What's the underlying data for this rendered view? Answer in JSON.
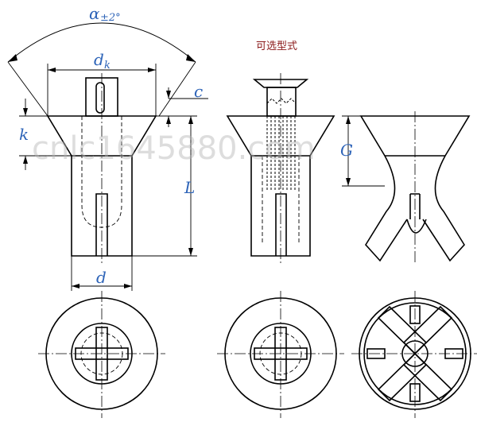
{
  "labels": {
    "alpha": "α",
    "alpha_tol": "±2°",
    "dk": "d",
    "dk_sub": "k",
    "c": "c",
    "k": "k",
    "L": "L",
    "d": "d",
    "G": "G"
  },
  "note": "可选型式",
  "watermark": "cnlc1645880.com",
  "colors": {
    "dimension_label": "#2e64b8",
    "note": "#8b1a1a",
    "line": "#000000"
  }
}
